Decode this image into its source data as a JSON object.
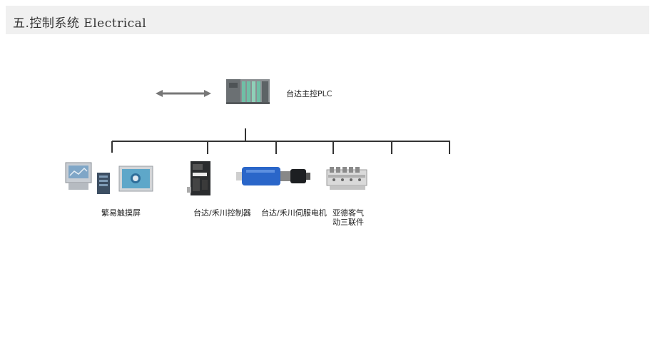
{
  "header": {
    "title": "五.控制系统 Electrical"
  },
  "diagram": {
    "plc_label": "台达主控PLC",
    "devices": [
      {
        "label": "繁易触摸屏"
      },
      {
        "label": "台达/禾川控制器"
      },
      {
        "label": "台达/禾川伺服电机"
      },
      {
        "label": "亚德客气动三联件"
      }
    ]
  },
  "colors": {
    "header_bg": "#f0f0f0",
    "line": "#333333",
    "plc_green": "#6fbfa6",
    "servo_blue": "#2a66c9"
  }
}
